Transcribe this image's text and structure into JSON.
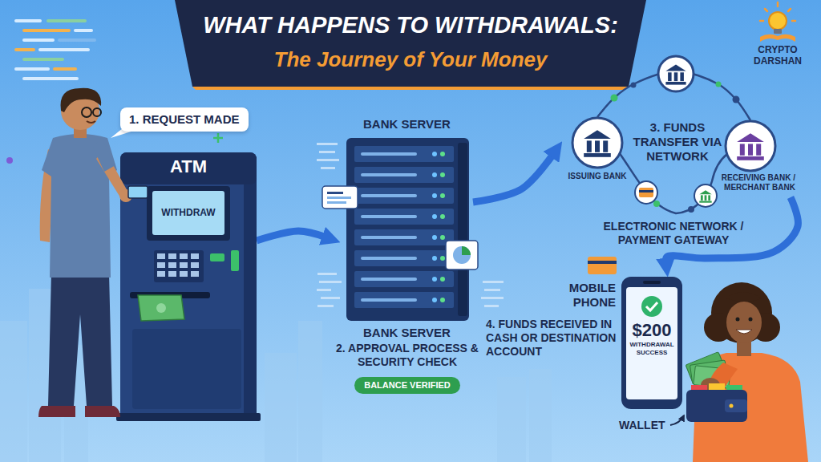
{
  "diagram": {
    "title": "WHAT HAPPENS TO WITHDRAWALS:",
    "nodes": [
      {
        "text": [
          "1. REQUEST MADE"
        ]
      },
      {
        "text": [
          "ATM"
        ]
      },
      {
        "text": [
          "WITHDRAW"
        ],
        "in": 1
      },
      {
        "text": [
          "BANK SERVER"
        ]
      },
      {
        "text": [
          "BALANCE VERIFIED"
        ]
      },
      {
        "text": [
          "ISSUING BANK"
        ]
      },
      {
        "text": [
          "RECEIVING BANK / MERCHANT BANK"
        ]
      },
      {
        "text": [
          "$200",
          "WITHDRAWAL SUCCESS"
        ]
      }
    ],
    "edges": [
      {
        "from": 1,
        "to": 3,
        "arrow": "to"
      },
      {
        "from": 3,
        "to": 5,
        "arrow": "to"
      },
      {
        "from": 5,
        "to": 6,
        "arrow": "none"
      },
      {
        "from": 6,
        "to": 7,
        "arrow": "to"
      }
    ],
    "labels": [
      "The Journey of Your Money",
      "CRYPTO DARSHAN",
      "BANK SERVER",
      "2. APPROVAL PROCESS & SECURITY CHECK",
      "3. FUNDS TRANSFER VIA NETWORK",
      "ELECTRONIC NETWORK / PAYMENT GATEWAY",
      "MOBILE PHONE",
      "4. FUNDS RECEIVED IN CASH OR DESTINATION ACCOUNT",
      "WALLET"
    ]
  }
}
